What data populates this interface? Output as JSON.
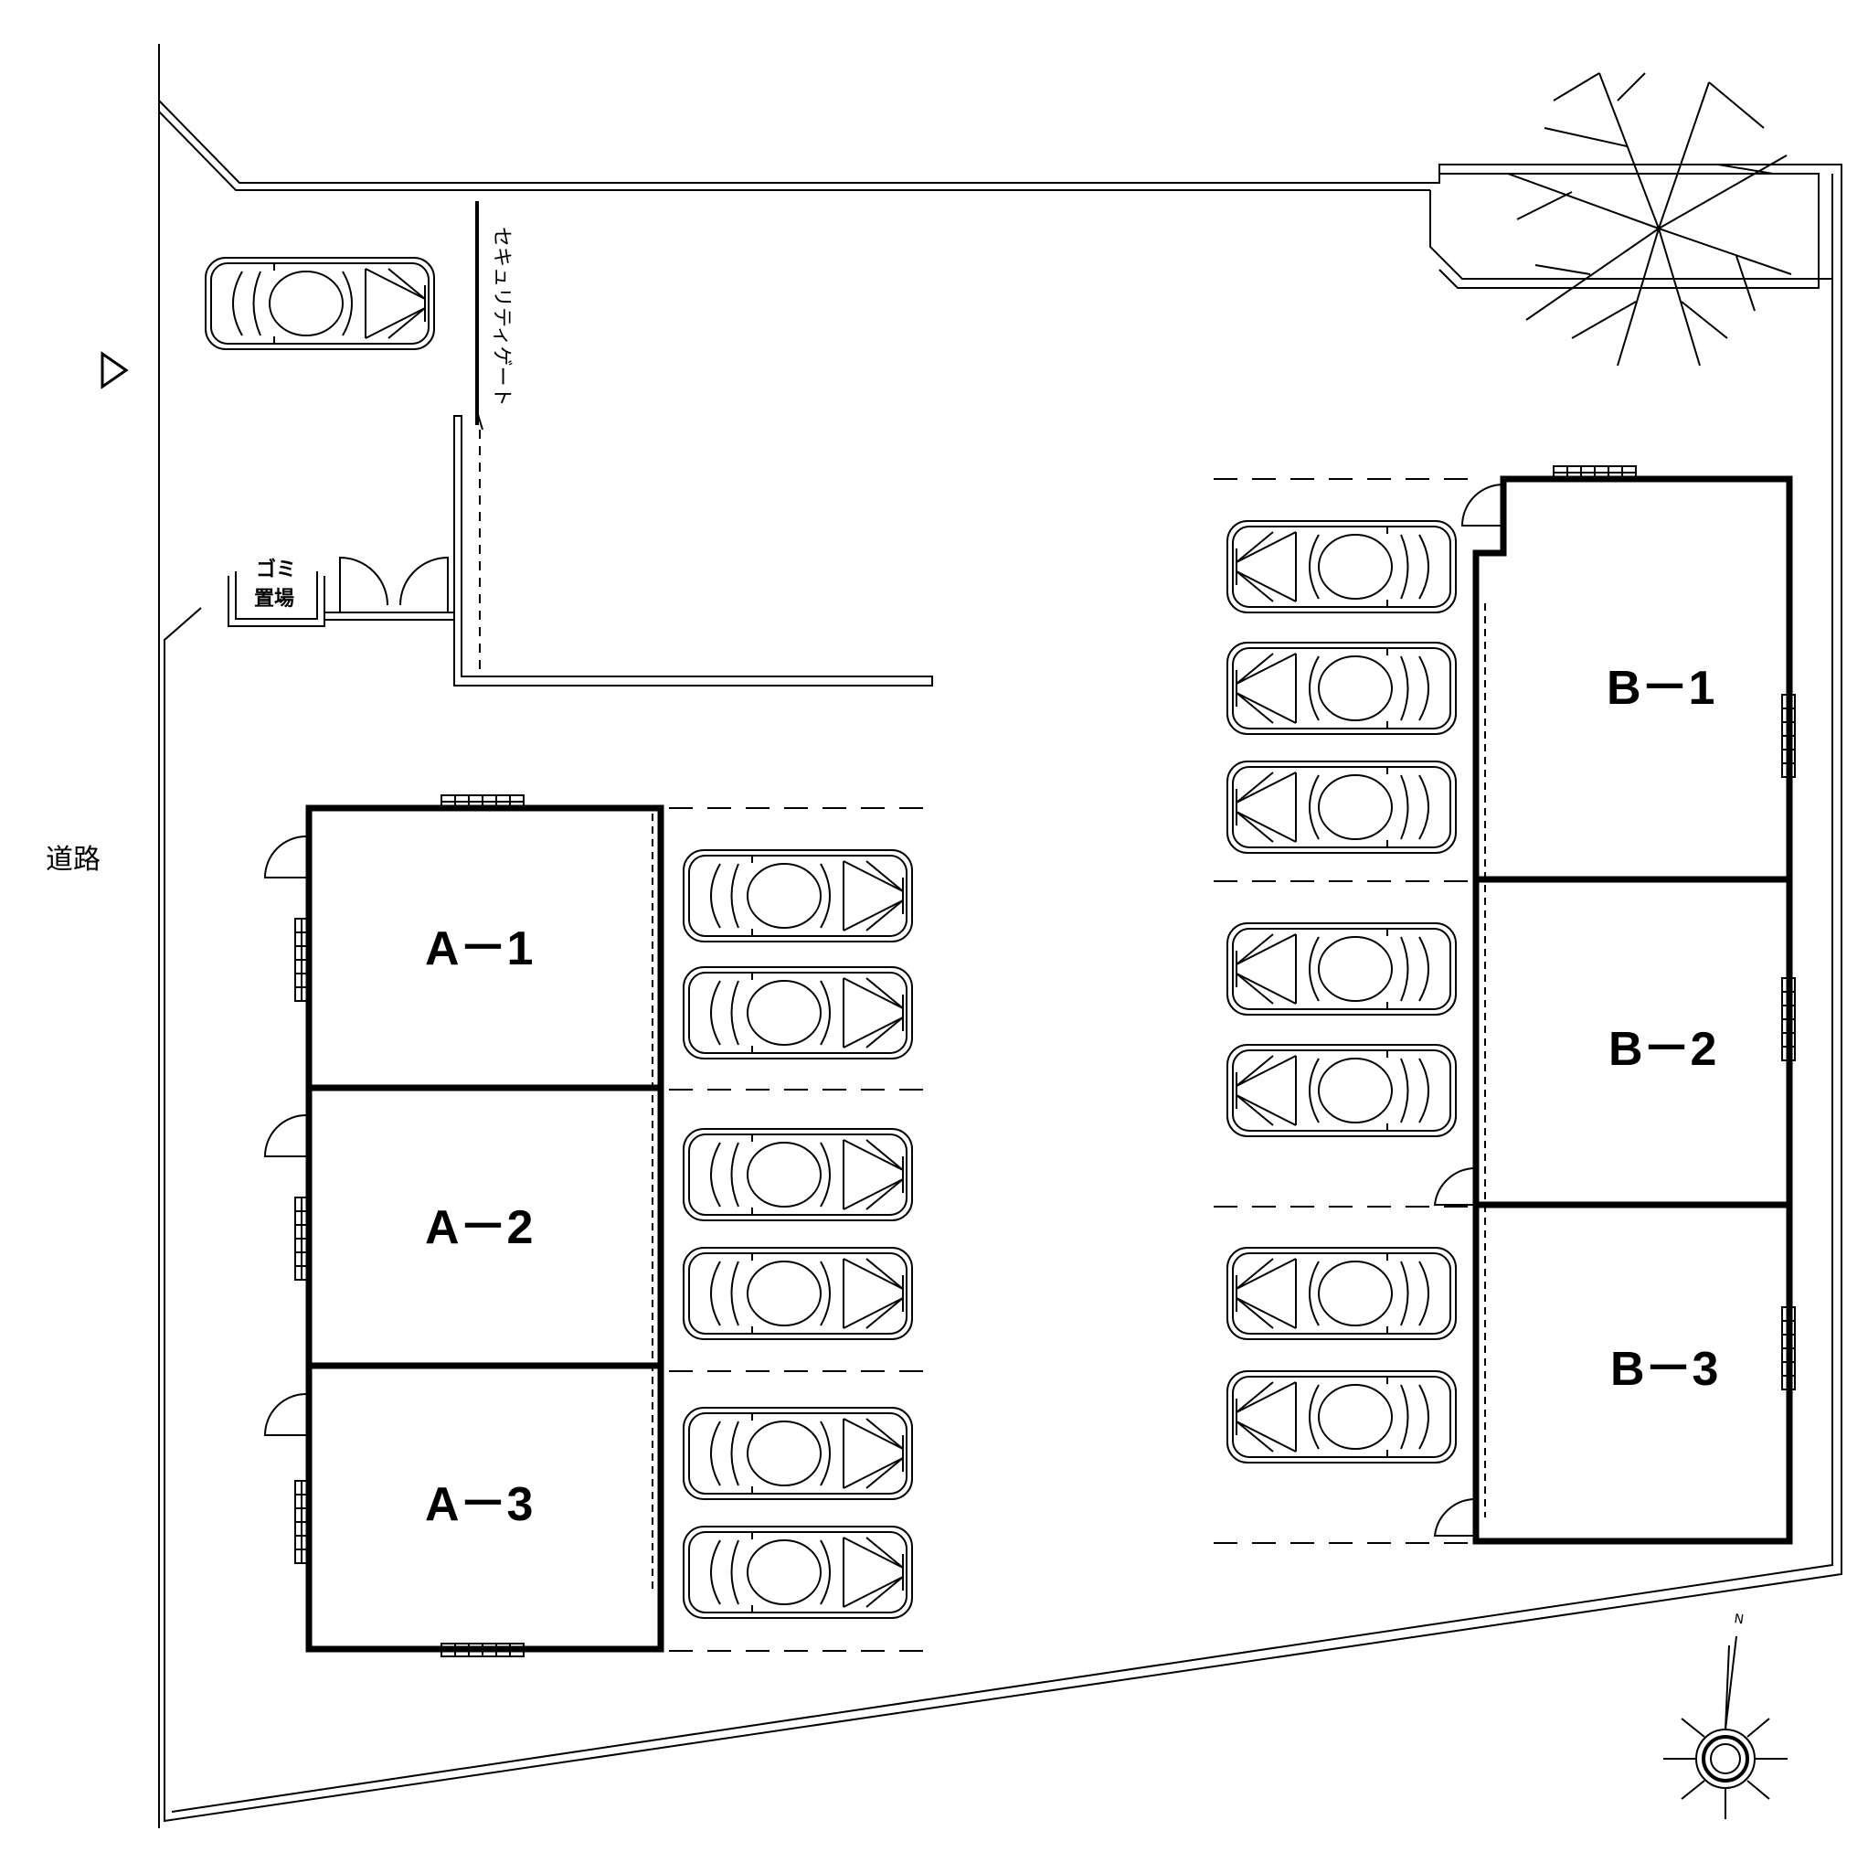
{
  "road_label": "道路",
  "gate_label": "セキュリティゲート",
  "garbage_label_line1": "ゴミ",
  "garbage_label_line2": "置場",
  "north_label": "N",
  "units": {
    "a1": "A－1",
    "a2": "A－2",
    "a3": "A－3",
    "b1": "B－1",
    "b2": "B－2",
    "b3": "B－3"
  },
  "icons": {
    "entrance_marker": "triangle-icon",
    "tree": "tree-icon",
    "car": "car-icon",
    "compass": "compass-icon"
  }
}
